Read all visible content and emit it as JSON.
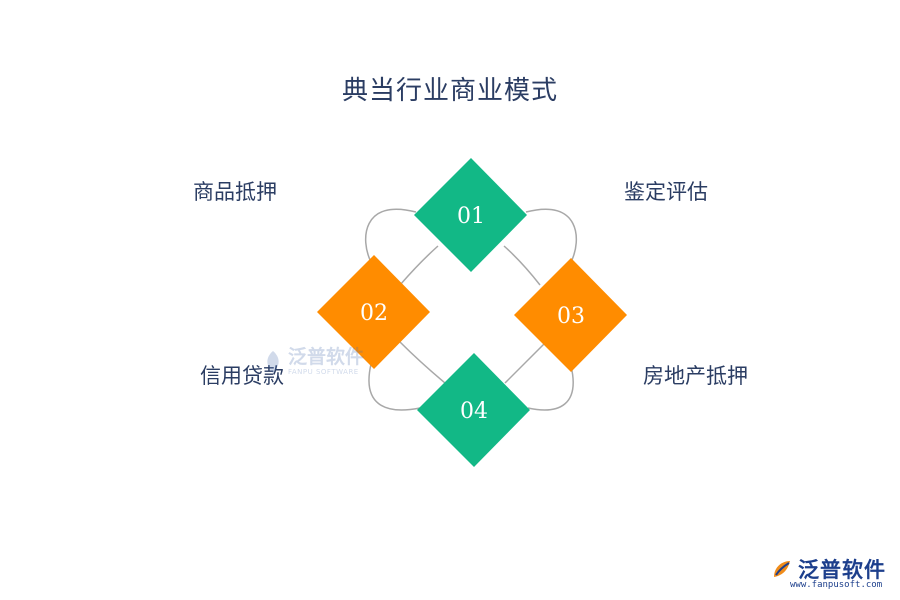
{
  "title": "典当行业商业模式",
  "nodes": [
    {
      "num": "01",
      "label": "商品抵押"
    },
    {
      "num": "02",
      "label": "信用贷款"
    },
    {
      "num": "03",
      "label": "鉴定评估"
    },
    {
      "num": "04",
      "label": "房地产抵押"
    }
  ],
  "colors": {
    "green": "#12b886",
    "orange": "#ff8c00",
    "line": "#a8a8a8",
    "text": "#2b3d63"
  },
  "watermark": {
    "cn": "泛普软件",
    "en": "FANPU SOFTWARE"
  },
  "brand": {
    "cn": "泛普软件",
    "url": "www.fanpusoft.com"
  }
}
